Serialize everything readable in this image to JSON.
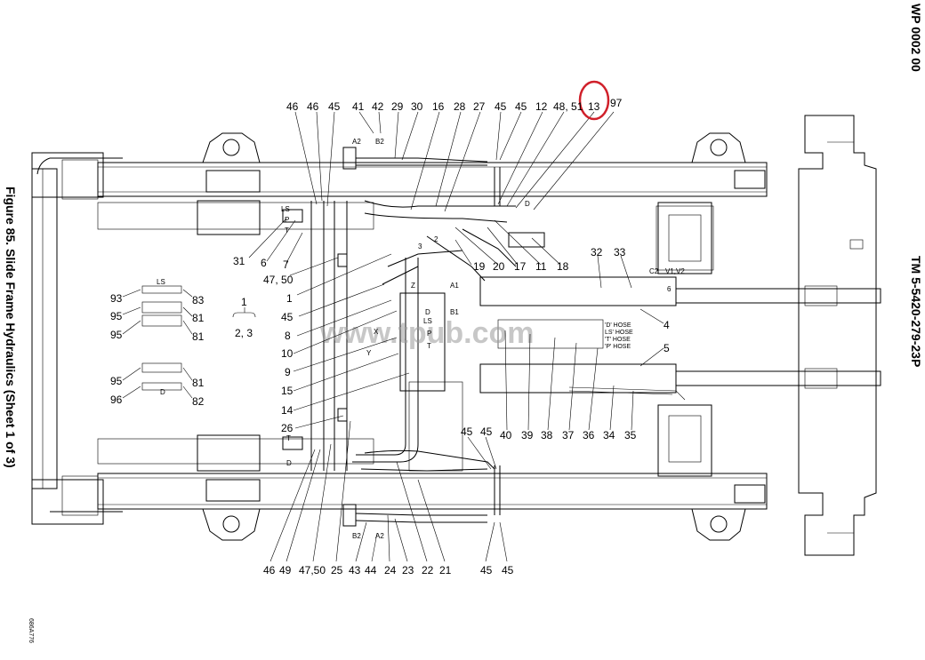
{
  "figure_title": "Figure 85. Slide Frame Hydraulics (Sheet 1 of 3)",
  "wp_number": "WP 0002 00",
  "tm_number": "TM 5-5420-279-23P",
  "image_code": "686A776",
  "watermark": "www.tpub.com",
  "highlight_color": "#d0202a",
  "top_callouts": [
    "46",
    "46",
    "45",
    "41",
    "42",
    "29",
    "30",
    "16",
    "28",
    "27",
    "45",
    "45",
    "12",
    "48, 51",
    "13",
    "97"
  ],
  "left_callouts": [
    "31",
    "6",
    "7",
    "47, 50",
    "1",
    "45",
    "8",
    "10",
    "9",
    "15",
    "14",
    "26"
  ],
  "mid_callouts": [
    "19",
    "20",
    "17",
    "11",
    "18",
    "32",
    "33",
    "4",
    "5",
    "40",
    "39",
    "38",
    "37",
    "36",
    "34",
    "35"
  ],
  "bottom_callouts": [
    "46",
    "49",
    "47,50",
    "25",
    "43",
    "44",
    "24",
    "23",
    "22",
    "21",
    "45",
    "45",
    "45",
    "45"
  ],
  "ref_callouts": [
    "93",
    "95",
    "95",
    "95",
    "96",
    "83",
    "81",
    "81",
    "81",
    "82",
    "1",
    "2, 3"
  ],
  "port_labels": [
    "LS",
    "P",
    "T",
    "A2",
    "B2",
    "A1",
    "B1",
    "Z",
    "D",
    "X",
    "Y",
    "C2",
    "V1,V2",
    "D",
    "B2",
    "A2",
    "T",
    "D",
    "LS",
    "P",
    "T",
    "6",
    "3",
    "2",
    "LS",
    "D"
  ],
  "hose_labels": [
    "'D' HOSE",
    "LS' HOSE",
    "'T' HOSE",
    "'P' HOSE"
  ]
}
